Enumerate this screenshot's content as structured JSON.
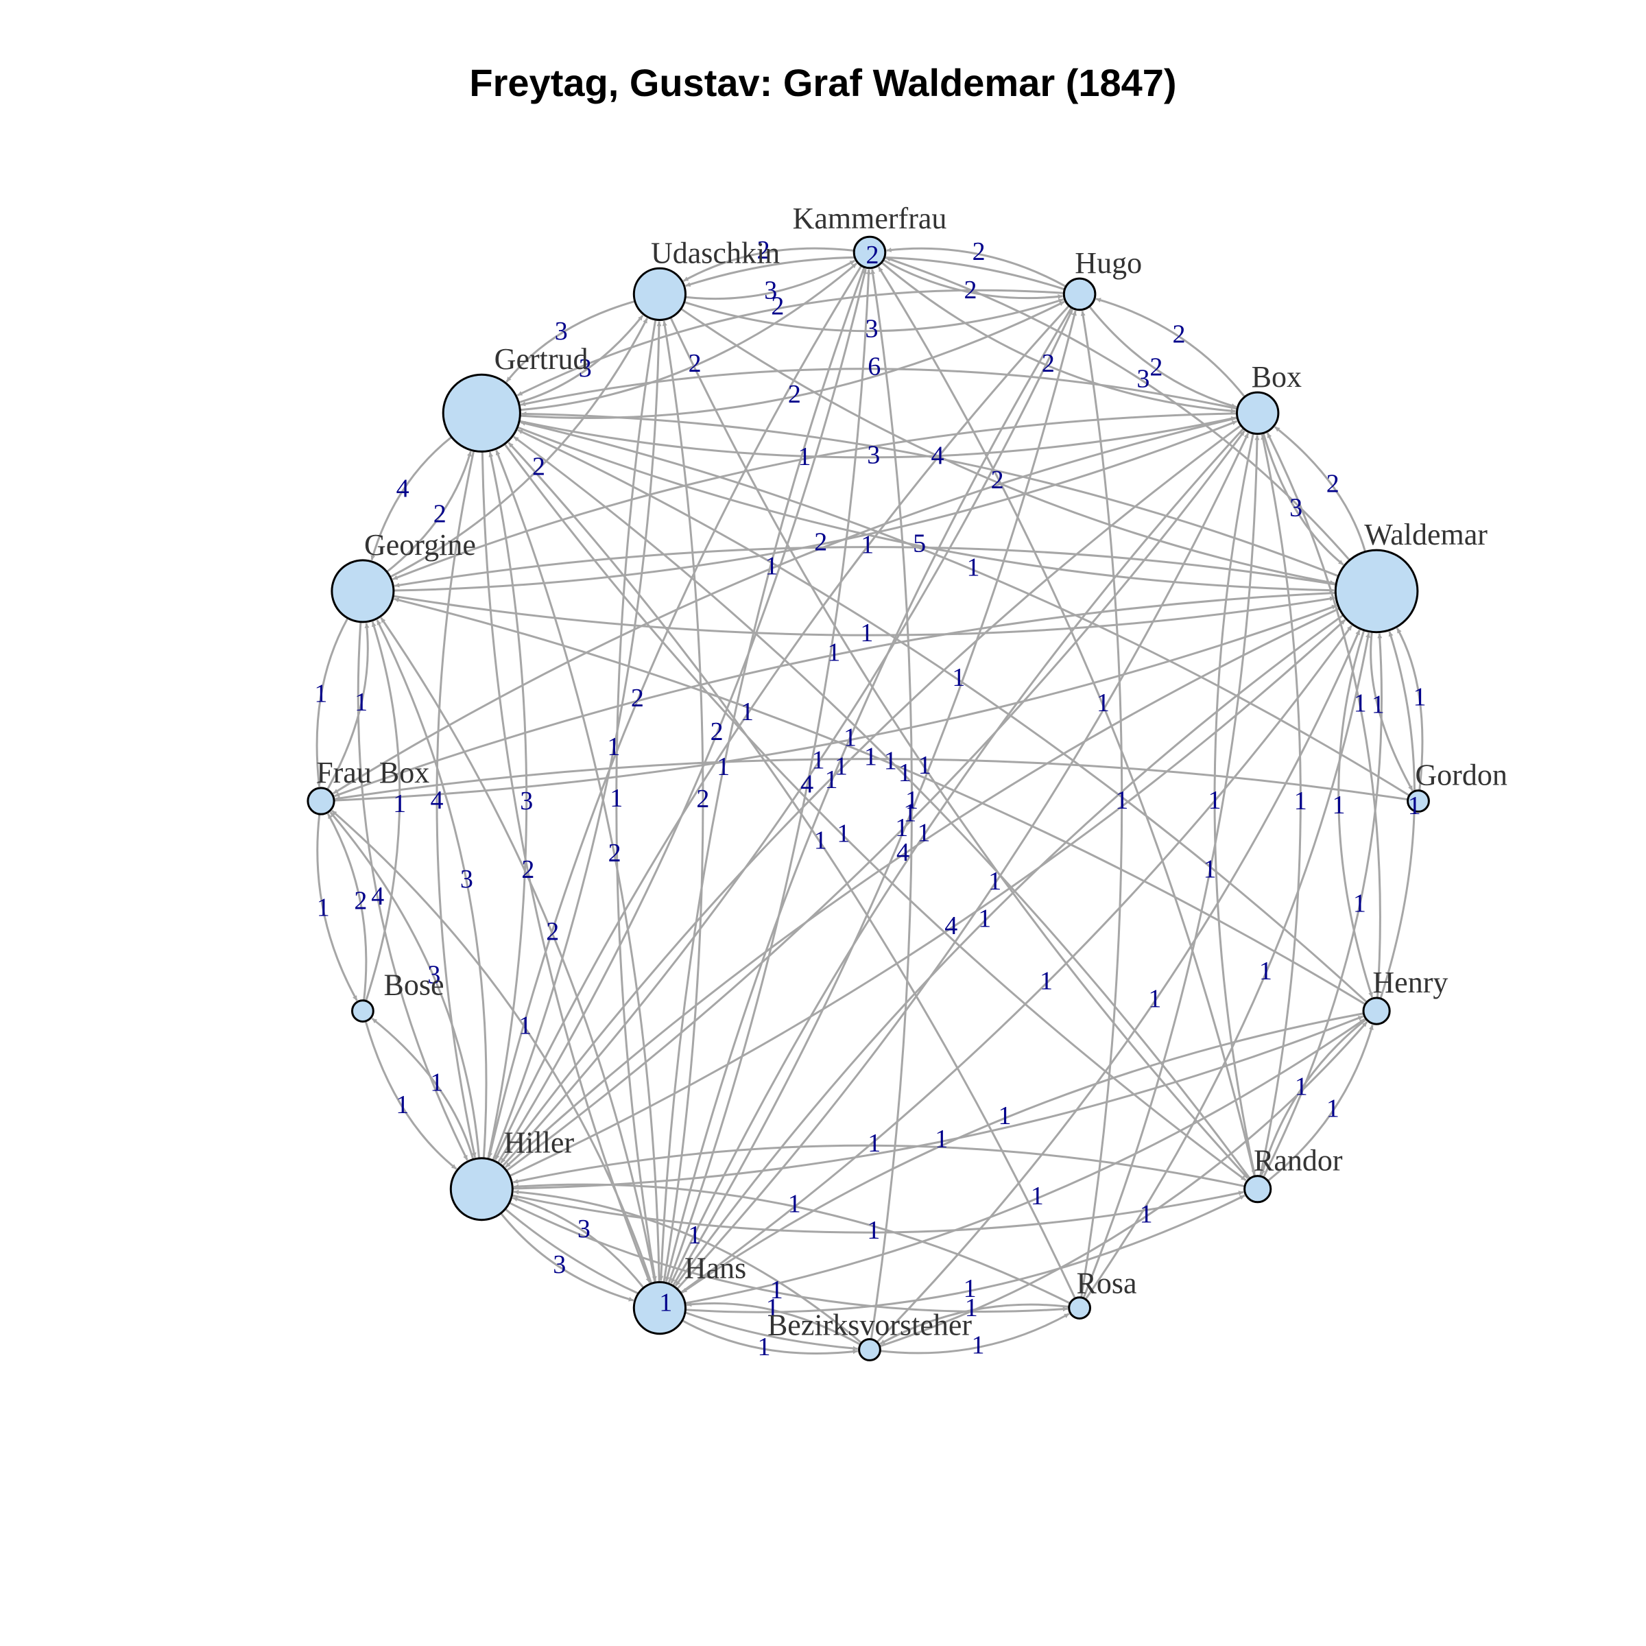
{
  "title": "Freytag, Gustav: Graf Waldemar (1847)",
  "colors": {
    "node_fill": "#bfdcf3",
    "node_stroke": "#000000",
    "edge": "#a6a6a6",
    "edge_label": "#00008b",
    "node_label": "#333333"
  },
  "nodes": [
    {
      "id": "Kammerfrau",
      "label": "Kammerfrau",
      "size": 2
    },
    {
      "id": "Hugo",
      "label": "Hugo",
      "size": 2
    },
    {
      "id": "Box",
      "label": "Box",
      "size": 3
    },
    {
      "id": "Waldemar",
      "label": "Waldemar",
      "size": 7
    },
    {
      "id": "Gordon",
      "label": "Gordon",
      "size": 1
    },
    {
      "id": "Henry",
      "label": "Henry",
      "size": 1.5
    },
    {
      "id": "Randor",
      "label": "Randor",
      "size": 1.5
    },
    {
      "id": "Rosa",
      "label": "Rosa",
      "size": 1
    },
    {
      "id": "Bezirksvorsteher",
      "label": "Bezirksvorsteher",
      "size": 1
    },
    {
      "id": "Hans",
      "label": "Hans",
      "size": 4
    },
    {
      "id": "Hiller",
      "label": "Hiller",
      "size": 5
    },
    {
      "id": "Bose",
      "label": "Bose",
      "size": 1
    },
    {
      "id": "Frau Box",
      "label": "Frau Box",
      "size": 1.5
    },
    {
      "id": "Georgine",
      "label": "Georgine",
      "size": 5
    },
    {
      "id": "Gertrud",
      "label": "Gertrud",
      "size": 6.5
    },
    {
      "id": "Udaschkin",
      "label": "Udaschkin",
      "size": 4
    }
  ],
  "edges": [
    [
      "Udaschkin",
      "Kammerfrau",
      3
    ],
    [
      "Kammerfrau",
      "Udaschkin",
      2
    ],
    [
      "Kammerfrau",
      "Hugo",
      2
    ],
    [
      "Hugo",
      "Kammerfrau",
      2
    ],
    [
      "Hugo",
      "Box",
      2
    ],
    [
      "Box",
      "Hugo",
      2
    ],
    [
      "Box",
      "Waldemar",
      3
    ],
    [
      "Waldemar",
      "Box",
      2
    ],
    [
      "Gertrud",
      "Udaschkin",
      3
    ],
    [
      "Udaschkin",
      "Gertrud",
      3
    ],
    [
      "Gertrud",
      "Georgine",
      4
    ],
    [
      "Georgine",
      "Gertrud",
      2
    ],
    [
      "Georgine",
      "Frau Box",
      1
    ],
    [
      "Frau Box",
      "Georgine",
      1
    ],
    [
      "Frau Box",
      "Bose",
      1
    ],
    [
      "Bose",
      "Frau Box",
      2
    ],
    [
      "Bose",
      "Hiller",
      1
    ],
    [
      "Hiller",
      "Bose",
      1
    ],
    [
      "Hiller",
      "Hans",
      3
    ],
    [
      "Hans",
      "Hiller",
      3
    ],
    [
      "Hans",
      "Bezirksvorsteher",
      1
    ],
    [
      "Bezirksvorsteher",
      "Hans",
      1
    ],
    [
      "Bezirksvorsteher",
      "Rosa",
      1
    ],
    [
      "Rosa",
      "Bezirksvorsteher",
      1
    ],
    [
      "Waldemar",
      "Gordon",
      1
    ],
    [
      "Gordon",
      "Waldemar",
      1
    ],
    [
      "Waldemar",
      "Henry",
      1
    ],
    [
      "Henry",
      "Waldemar",
      1
    ],
    [
      "Henry",
      "Randor",
      1
    ],
    [
      "Randor",
      "Henry",
      1
    ],
    [
      "Udaschkin",
      "Hugo",
      3
    ],
    [
      "Hugo",
      "Udaschkin",
      2
    ],
    [
      "Kammerfrau",
      "Box",
      2
    ],
    [
      "Gertrud",
      "Kammerfrau",
      2
    ],
    [
      "Gertrud",
      "Hugo",
      2
    ],
    [
      "Hugo",
      "Gertrud",
      2
    ],
    [
      "Gertrud",
      "Box",
      3
    ],
    [
      "Box",
      "Gertrud",
      6
    ],
    [
      "Gertrud",
      "Waldemar",
      5
    ],
    [
      "Waldemar",
      "Gertrud",
      4
    ],
    [
      "Georgine",
      "Waldemar",
      1
    ],
    [
      "Waldemar",
      "Georgine",
      1
    ],
    [
      "Georgine",
      "Hiller",
      4
    ],
    [
      "Hiller",
      "Georgine",
      3
    ],
    [
      "Gertrud",
      "Hiller",
      4
    ],
    [
      "Hiller",
      "Gertrud",
      3
    ],
    [
      "Hans",
      "Gertrud",
      2
    ],
    [
      "Gertrud",
      "Hans",
      2
    ],
    [
      "Hans",
      "Waldemar",
      1
    ],
    [
      "Waldemar",
      "Hans",
      1
    ],
    [
      "Hiller",
      "Waldemar",
      4
    ],
    [
      "Waldemar",
      "Hiller",
      4
    ],
    [
      "Hiller",
      "Box",
      1
    ],
    [
      "Box",
      "Hiller",
      1
    ],
    [
      "Hans",
      "Box",
      1
    ],
    [
      "Box",
      "Hans",
      1
    ],
    [
      "Georgine",
      "Box",
      2
    ],
    [
      "Box",
      "Georgine",
      1
    ],
    [
      "Hiller",
      "Udaschkin",
      1
    ],
    [
      "Udaschkin",
      "Hans",
      1
    ],
    [
      "Hans",
      "Hugo",
      1
    ],
    [
      "Hugo",
      "Hans",
      1
    ],
    [
      "Hiller",
      "Randor",
      1
    ],
    [
      "Randor",
      "Hiller",
      1
    ],
    [
      "Hans",
      "Henry",
      1
    ],
    [
      "Henry",
      "Hans",
      1
    ],
    [
      "Hiller",
      "Rosa",
      1
    ],
    [
      "Rosa",
      "Hiller",
      1
    ],
    [
      "Frau Box",
      "Waldemar",
      1
    ],
    [
      "Waldemar",
      "Frau Box",
      1
    ],
    [
      "Bezirksvorsteher",
      "Hiller",
      1
    ],
    [
      "Hiller",
      "Bezirksvorsteher",
      1
    ],
    [
      "Randor",
      "Box",
      1
    ],
    [
      "Box",
      "Randor",
      1
    ],
    [
      "Gordon",
      "Frau Box",
      1
    ],
    [
      "Randor",
      "Kammerfrau",
      1
    ],
    [
      "Henry",
      "Georgine",
      1
    ],
    [
      "Rosa",
      "Box",
      1
    ],
    [
      "Bezirksvorsteher",
      "Kammerfrau",
      1
    ],
    [
      "Hans",
      "Kammerfrau",
      4
    ],
    [
      "Hiller",
      "Kammerfrau",
      2
    ],
    [
      "Georgine",
      "Udaschkin",
      2
    ],
    [
      "Hans",
      "Udaschkin",
      2
    ],
    [
      "Rosa",
      "Gertrud",
      1
    ],
    [
      "Randor",
      "Gertrud",
      1
    ],
    [
      "Henry",
      "Gertrud",
      1
    ],
    [
      "Gordon",
      "Gertrud",
      1
    ],
    [
      "Bose",
      "Georgine",
      1
    ],
    [
      "Hans",
      "Georgine",
      2
    ],
    [
      "Hans",
      "Frau Box",
      1
    ],
    [
      "Hiller",
      "Frau Box",
      3
    ],
    [
      "Hiller",
      "Hugo",
      1
    ],
    [
      "Bezirksvorsteher",
      "Waldemar",
      1
    ],
    [
      "Rosa",
      "Waldemar",
      1
    ],
    [
      "Randor",
      "Waldemar",
      1
    ],
    [
      "Hans",
      "Randor",
      1
    ],
    [
      "Hiller",
      "Henry",
      1
    ],
    [
      "Bezirksvorsteher",
      "Henry",
      1
    ],
    [
      "Rosa",
      "Hugo",
      1
    ],
    [
      "Henry",
      "Box",
      1
    ],
    [
      "Gertrud",
      "Randor",
      1
    ],
    [
      "Udaschkin",
      "Randor",
      1
    ],
    [
      "Kammerfrau",
      "Hans",
      1
    ],
    [
      "Box",
      "Frau Box",
      1
    ],
    [
      "Hugo",
      "Hiller",
      1
    ],
    [
      "Kammerfrau",
      "Hiller",
      2
    ],
    [
      "Waldemar",
      "Kammerfrau",
      3
    ],
    [
      "Udaschkin",
      "Waldemar",
      2
    ]
  ]
}
